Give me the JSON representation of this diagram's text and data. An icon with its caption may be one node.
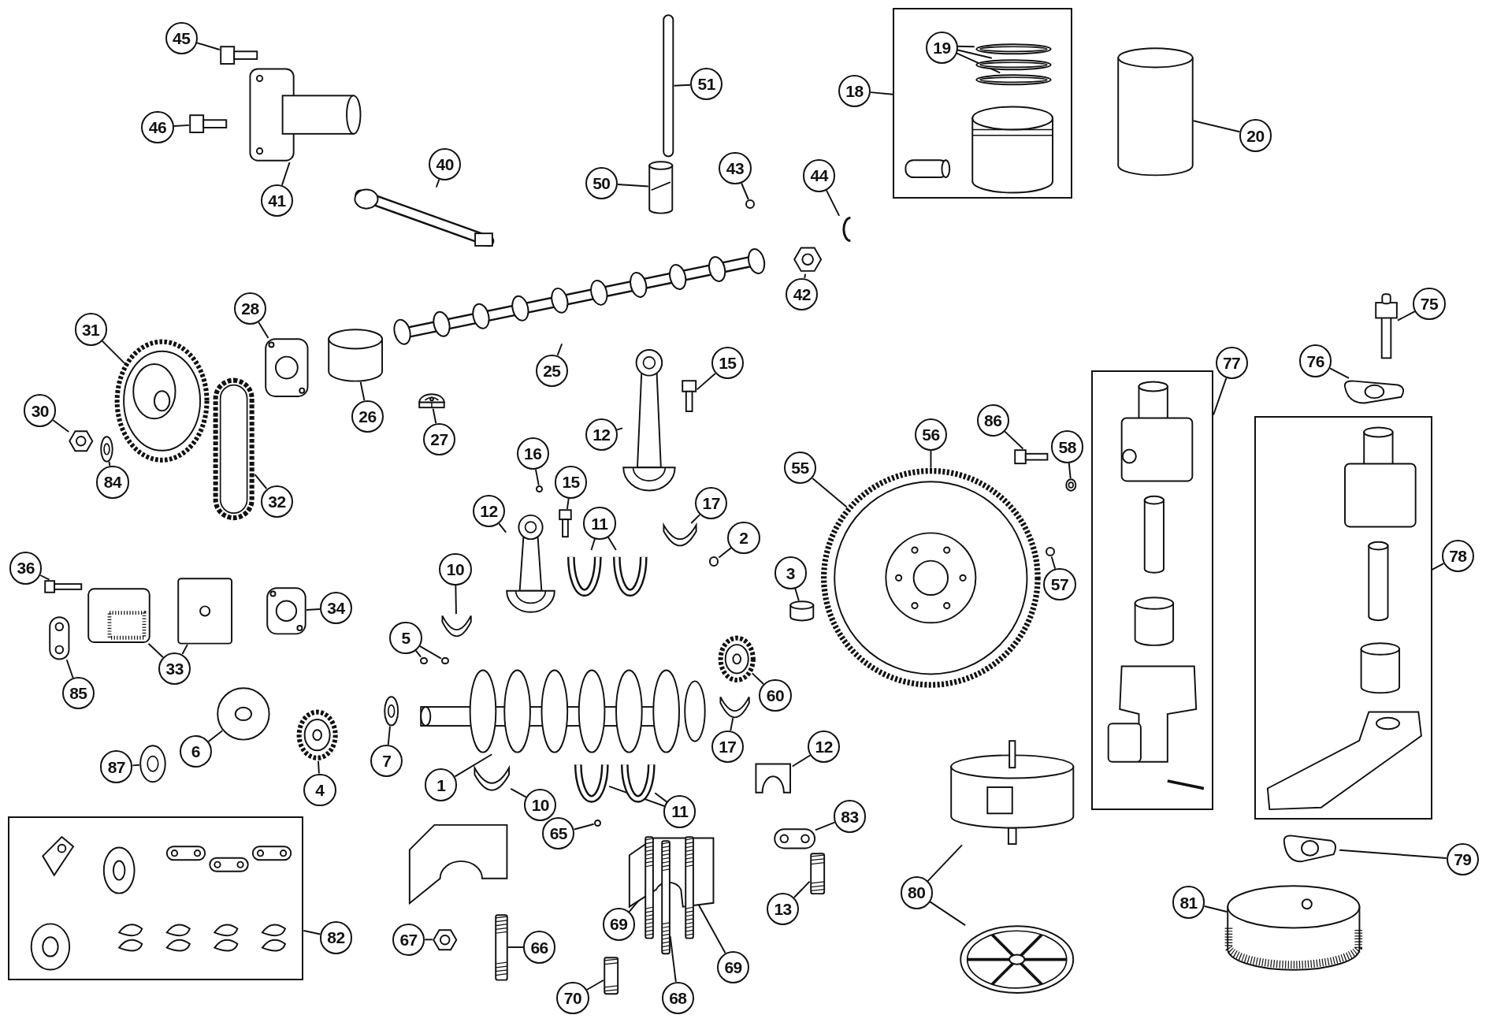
{
  "diagram": {
    "nodes": [
      {
        "text": [
          "45"
        ]
      },
      {
        "text": [],
        "shape": "picture"
      },
      {
        "text": [
          "46"
        ]
      },
      {
        "text": [],
        "shape": "picture"
      },
      {
        "text": [
          "41"
        ]
      },
      {
        "text": [],
        "shape": "picture"
      },
      {
        "text": [
          "40"
        ]
      },
      {
        "text": [],
        "shape": "picture"
      },
      {
        "text": [
          "51"
        ]
      },
      {
        "text": [],
        "shape": "bar"
      },
      {
        "text": [
          "50"
        ]
      },
      {
        "text": [],
        "shape": "picture"
      },
      {
        "text": [
          "43"
        ]
      },
      {
        "text": [],
        "shape": "circle"
      },
      {
        "text": [
          "44"
        ]
      },
      {
        "text": [],
        "shape": "picture"
      },
      {
        "text": [
          "42"
        ]
      },
      {
        "text": [],
        "shape": "picture"
      },
      {
        "text": [
          "18"
        ]
      },
      {
        "text": [],
        "shape": "box"
      },
      {
        "text": [
          "19"
        ],
        "in": 19
      },
      {
        "text": [],
        "shape": "picture",
        "in": 19
      },
      {
        "text": [],
        "shape": "picture",
        "in": 19
      },
      {
        "text": [],
        "shape": "picture",
        "in": 19
      },
      {
        "text": [
          "20"
        ]
      },
      {
        "text": [],
        "shape": "cylinder"
      },
      {
        "text": [
          "28"
        ]
      },
      {
        "text": [],
        "shape": "picture"
      },
      {
        "text": [
          "31"
        ]
      },
      {
        "text": [],
        "shape": "picture"
      },
      {
        "text": [
          "30"
        ]
      },
      {
        "text": [],
        "shape": "picture"
      },
      {
        "text": [
          "84"
        ]
      },
      {
        "text": [],
        "shape": "picture"
      },
      {
        "text": [
          "32"
        ]
      },
      {
        "text": [],
        "shape": "picture"
      },
      {
        "text": [
          "26"
        ]
      },
      {
        "text": [],
        "shape": "cylinder"
      },
      {
        "text": [
          "25"
        ]
      },
      {
        "text": [],
        "shape": "picture"
      },
      {
        "text": [
          "27"
        ]
      },
      {
        "text": [],
        "shape": "picture"
      },
      {
        "text": [
          "15"
        ]
      },
      {
        "text": [],
        "shape": "picture"
      },
      {
        "text": [
          "12"
        ]
      },
      {
        "text": [],
        "shape": "picture"
      },
      {
        "text": [
          "16"
        ]
      },
      {
        "text": [],
        "shape": "circle"
      },
      {
        "text": [
          "15"
        ]
      },
      {
        "text": [],
        "shape": "picture"
      },
      {
        "text": [
          "12"
        ]
      },
      {
        "text": [],
        "shape": "picture"
      },
      {
        "text": [
          "11"
        ]
      },
      {
        "text": [],
        "shape": "picture"
      },
      {
        "text": [],
        "shape": "picture"
      },
      {
        "text": [
          "17"
        ]
      },
      {
        "text": [],
        "shape": "picture"
      },
      {
        "text": [
          "2"
        ]
      },
      {
        "text": [],
        "shape": "circle"
      },
      {
        "text": [
          "10"
        ]
      },
      {
        "text": [],
        "shape": "picture"
      },
      {
        "text": [
          "5"
        ]
      },
      {
        "text": [],
        "shape": "circle"
      },
      {
        "text": [],
        "shape": "circle"
      },
      {
        "text": [
          "3"
        ]
      },
      {
        "text": [],
        "shape": "cylinder"
      },
      {
        "text": [
          "55"
        ]
      },
      {
        "text": [],
        "shape": "picture"
      },
      {
        "text": [
          "56"
        ]
      },
      {
        "text": [
          "86"
        ]
      },
      {
        "text": [],
        "shape": "picture"
      },
      {
        "text": [
          "58"
        ]
      },
      {
        "text": [],
        "shape": "picture"
      },
      {
        "text": [
          "57"
        ]
      },
      {
        "text": [],
        "shape": "circle"
      },
      {
        "text": [
          "75"
        ]
      },
      {
        "text": [],
        "shape": "picture"
      },
      {
        "text": [
          "76"
        ]
      },
      {
        "text": [],
        "shape": "picture"
      },
      {
        "text": [
          "77"
        ]
      },
      {
        "text": [],
        "shape": "box"
      },
      {
        "text": [
          "78"
        ]
      },
      {
        "text": [],
        "shape": "box"
      },
      {
        "text": [
          "36"
        ]
      },
      {
        "text": [],
        "shape": "picture"
      },
      {
        "text": [
          "85"
        ]
      },
      {
        "text": [],
        "shape": "picture"
      },
      {
        "text": [
          "33"
        ]
      },
      {
        "text": [],
        "shape": "picture"
      },
      {
        "text": [],
        "shape": "picture"
      },
      {
        "text": [
          "34"
        ]
      },
      {
        "text": [],
        "shape": "picture"
      },
      {
        "text": [
          "6"
        ]
      },
      {
        "text": [],
        "shape": "picture"
      },
      {
        "text": [
          "87"
        ]
      },
      {
        "text": [],
        "shape": "picture"
      },
      {
        "text": [
          "4"
        ]
      },
      {
        "text": [],
        "shape": "picture"
      },
      {
        "text": [
          "7"
        ]
      },
      {
        "text": [],
        "shape": "picture"
      },
      {
        "text": [
          "1"
        ]
      },
      {
        "text": [],
        "shape": "picture"
      },
      {
        "text": [
          "60"
        ]
      },
      {
        "text": [],
        "shape": "picture"
      },
      {
        "text": [
          "17"
        ]
      },
      {
        "text": [],
        "shape": "picture"
      },
      {
        "text": [
          "12"
        ]
      },
      {
        "text": [],
        "shape": "picture"
      },
      {
        "text": [
          "10"
        ]
      },
      {
        "text": [],
        "shape": "picture"
      },
      {
        "text": [
          "11"
        ]
      },
      {
        "text": [],
        "shape": "picture"
      },
      {
        "text": [],
        "shape": "picture"
      },
      {
        "text": [
          "83"
        ]
      },
      {
        "text": [],
        "shape": "picture"
      },
      {
        "text": [
          "13"
        ]
      },
      {
        "text": [],
        "shape": "picture"
      },
      {
        "text": [
          "65"
        ]
      },
      {
        "text": [],
        "shape": "circle"
      },
      {
        "text": [
          "80"
        ]
      },
      {
        "text": [],
        "shape": "picture"
      },
      {
        "text": [],
        "shape": "picture"
      },
      {
        "text": [
          "79"
        ]
      },
      {
        "text": [],
        "shape": "picture"
      },
      {
        "text": [
          "81"
        ]
      },
      {
        "text": [],
        "shape": "picture"
      },
      {
        "text": [
          "82"
        ]
      },
      {
        "text": [],
        "shape": "box"
      },
      {
        "text": [
          "67"
        ]
      },
      {
        "text": [],
        "shape": "picture"
      },
      {
        "text": [
          "66"
        ]
      },
      {
        "text": [],
        "shape": "picture"
      },
      {
        "text": [
          "69"
        ]
      },
      {
        "text": [],
        "shape": "picture"
      },
      {
        "text": [
          "68"
        ]
      },
      {
        "text": [],
        "shape": "picture"
      },
      {
        "text": [
          "69"
        ]
      },
      {
        "text": [],
        "shape": "picture"
      },
      {
        "text": [
          "70"
        ]
      },
      {
        "text": [],
        "shape": "picture"
      }
    ],
    "edges": [
      {
        "from": 0,
        "to": 1,
        "arrow": "none"
      },
      {
        "from": 2,
        "to": 3,
        "arrow": "none"
      },
      {
        "from": 4,
        "to": 5,
        "arrow": "none"
      },
      {
        "from": 6,
        "to": 7,
        "arrow": "none"
      },
      {
        "from": 8,
        "to": 9,
        "arrow": "none"
      },
      {
        "from": 10,
        "to": 11,
        "arrow": "none"
      },
      {
        "from": 12,
        "to": 13,
        "arrow": "none"
      },
      {
        "from": 14,
        "to": 15,
        "arrow": "none"
      },
      {
        "from": 16,
        "to": 17,
        "arrow": "none"
      },
      {
        "from": 18,
        "to": 19,
        "arrow": "none"
      },
      {
        "from": 20,
        "to": 21,
        "arrow": "none"
      },
      {
        "from": 20,
        "to": 22,
        "arrow": "none"
      },
      {
        "from": 20,
        "to": 23,
        "arrow": "none"
      },
      {
        "from": 24,
        "to": 25,
        "arrow": "none"
      },
      {
        "from": 26,
        "to": 27,
        "arrow": "none"
      },
      {
        "from": 28,
        "to": 29,
        "arrow": "none"
      },
      {
        "from": 30,
        "to": 31,
        "arrow": "none"
      },
      {
        "from": 32,
        "to": 33,
        "arrow": "none"
      },
      {
        "from": 34,
        "to": 35,
        "arrow": "none"
      },
      {
        "from": 36,
        "to": 37,
        "arrow": "none"
      },
      {
        "from": 38,
        "to": 39,
        "arrow": "none"
      },
      {
        "from": 40,
        "to": 41,
        "arrow": "none"
      },
      {
        "from": 42,
        "to": 43,
        "arrow": "none"
      },
      {
        "from": 44,
        "to": 45,
        "arrow": "none"
      },
      {
        "from": 46,
        "to": 47,
        "arrow": "none"
      },
      {
        "from": 48,
        "to": 49,
        "arrow": "none"
      },
      {
        "from": 50,
        "to": 51,
        "arrow": "none"
      },
      {
        "from": 52,
        "to": 53,
        "arrow": "none"
      },
      {
        "from": 52,
        "to": 54,
        "arrow": "none"
      },
      {
        "from": 55,
        "to": 56,
        "arrow": "none"
      },
      {
        "from": 57,
        "to": 58,
        "arrow": "none"
      },
      {
        "from": 59,
        "to": 60,
        "arrow": "none"
      },
      {
        "from": 61,
        "to": 62,
        "arrow": "none"
      },
      {
        "from": 61,
        "to": 63,
        "arrow": "none"
      },
      {
        "from": 64,
        "to": 65,
        "arrow": "none"
      },
      {
        "from": 66,
        "to": 67,
        "arrow": "none"
      },
      {
        "from": 68,
        "to": 67,
        "arrow": "none"
      },
      {
        "from": 69,
        "to": 70,
        "arrow": "none"
      },
      {
        "from": 71,
        "to": 72,
        "arrow": "none"
      },
      {
        "from": 73,
        "to": 74,
        "arrow": "none"
      },
      {
        "from": 75,
        "to": 76,
        "arrow": "none"
      },
      {
        "from": 77,
        "to": 78,
        "arrow": "none"
      },
      {
        "from": 79,
        "to": 80,
        "arrow": "none"
      },
      {
        "from": 81,
        "to": 82,
        "arrow": "none"
      },
      {
        "from": 83,
        "to": 84,
        "arrow": "none"
      },
      {
        "from": 85,
        "to": 86,
        "arrow": "none"
      },
      {
        "from": 87,
        "to": 88,
        "arrow": "none"
      },
      {
        "from": 87,
        "to": 89,
        "arrow": "none"
      },
      {
        "from": 90,
        "to": 91,
        "arrow": "none"
      },
      {
        "from": 92,
        "to": 93,
        "arrow": "none"
      },
      {
        "from": 94,
        "to": 95,
        "arrow": "none"
      },
      {
        "from": 96,
        "to": 97,
        "arrow": "none"
      },
      {
        "from": 98,
        "to": 99,
        "arrow": "none"
      },
      {
        "from": 100,
        "to": 101,
        "arrow": "none"
      },
      {
        "from": 102,
        "to": 103,
        "arrow": "none"
      },
      {
        "from": 104,
        "to": 105,
        "arrow": "none"
      },
      {
        "from": 106,
        "to": 107,
        "arrow": "none"
      },
      {
        "from": 108,
        "to": 109,
        "arrow": "none"
      },
      {
        "from": 110,
        "to": 111,
        "arrow": "none"
      },
      {
        "from": 110,
        "to": 112,
        "arrow": "none"
      },
      {
        "from": 113,
        "to": 114,
        "arrow": "none"
      },
      {
        "from": 115,
        "to": 116,
        "arrow": "none"
      },
      {
        "from": 117,
        "to": 118,
        "arrow": "none"
      },
      {
        "from": 119,
        "to": 120,
        "arrow": "none"
      },
      {
        "from": 119,
        "to": 121,
        "arrow": "none"
      },
      {
        "from": 122,
        "to": 123,
        "arrow": "none"
      },
      {
        "from": 124,
        "to": 125,
        "arrow": "none"
      },
      {
        "from": 126,
        "to": 127,
        "arrow": "none"
      },
      {
        "from": 128,
        "to": 129,
        "arrow": "none"
      },
      {
        "from": 130,
        "to": 131,
        "arrow": "none"
      },
      {
        "from": 132,
        "to": 133,
        "arrow": "none"
      },
      {
        "from": 134,
        "to": 135,
        "arrow": "none"
      },
      {
        "from": 136,
        "to": 137,
        "arrow": "none"
      },
      {
        "from": 138,
        "to": 139,
        "arrow": "none"
      }
    ]
  }
}
